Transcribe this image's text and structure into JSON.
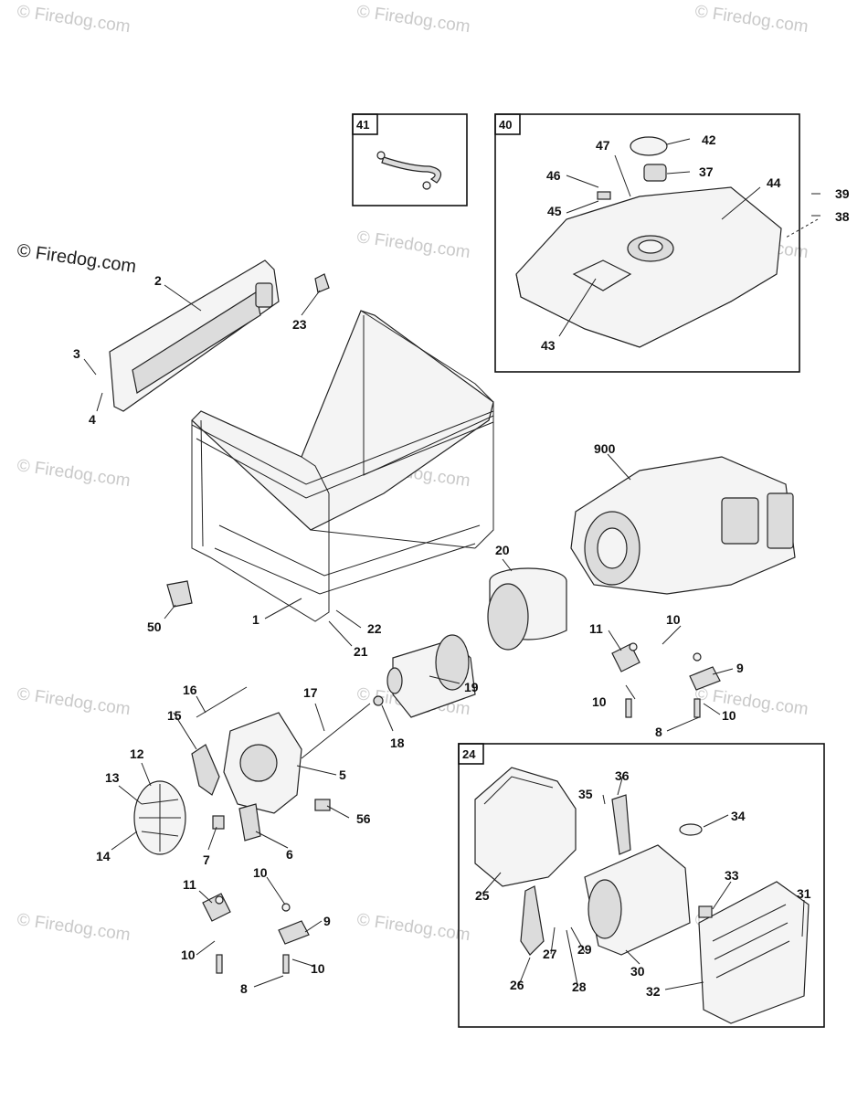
{
  "diagram": {
    "watermark_text": "Firedog.com",
    "copyright_symbol": "©",
    "callouts": [
      "1",
      "2",
      "3",
      "4",
      "5",
      "6",
      "7",
      "8",
      "9",
      "10",
      "11",
      "12",
      "13",
      "14",
      "15",
      "16",
      "17",
      "18",
      "19",
      "20",
      "21",
      "22",
      "23",
      "24",
      "25",
      "26",
      "27",
      "28",
      "29",
      "30",
      "31",
      "32",
      "33",
      "34",
      "35",
      "36",
      "37",
      "38",
      "39",
      "40",
      "41",
      "42",
      "43",
      "44",
      "45",
      "46",
      "47",
      "50",
      "56",
      "900"
    ],
    "group_boxes": [
      "41",
      "40",
      "24"
    ]
  }
}
